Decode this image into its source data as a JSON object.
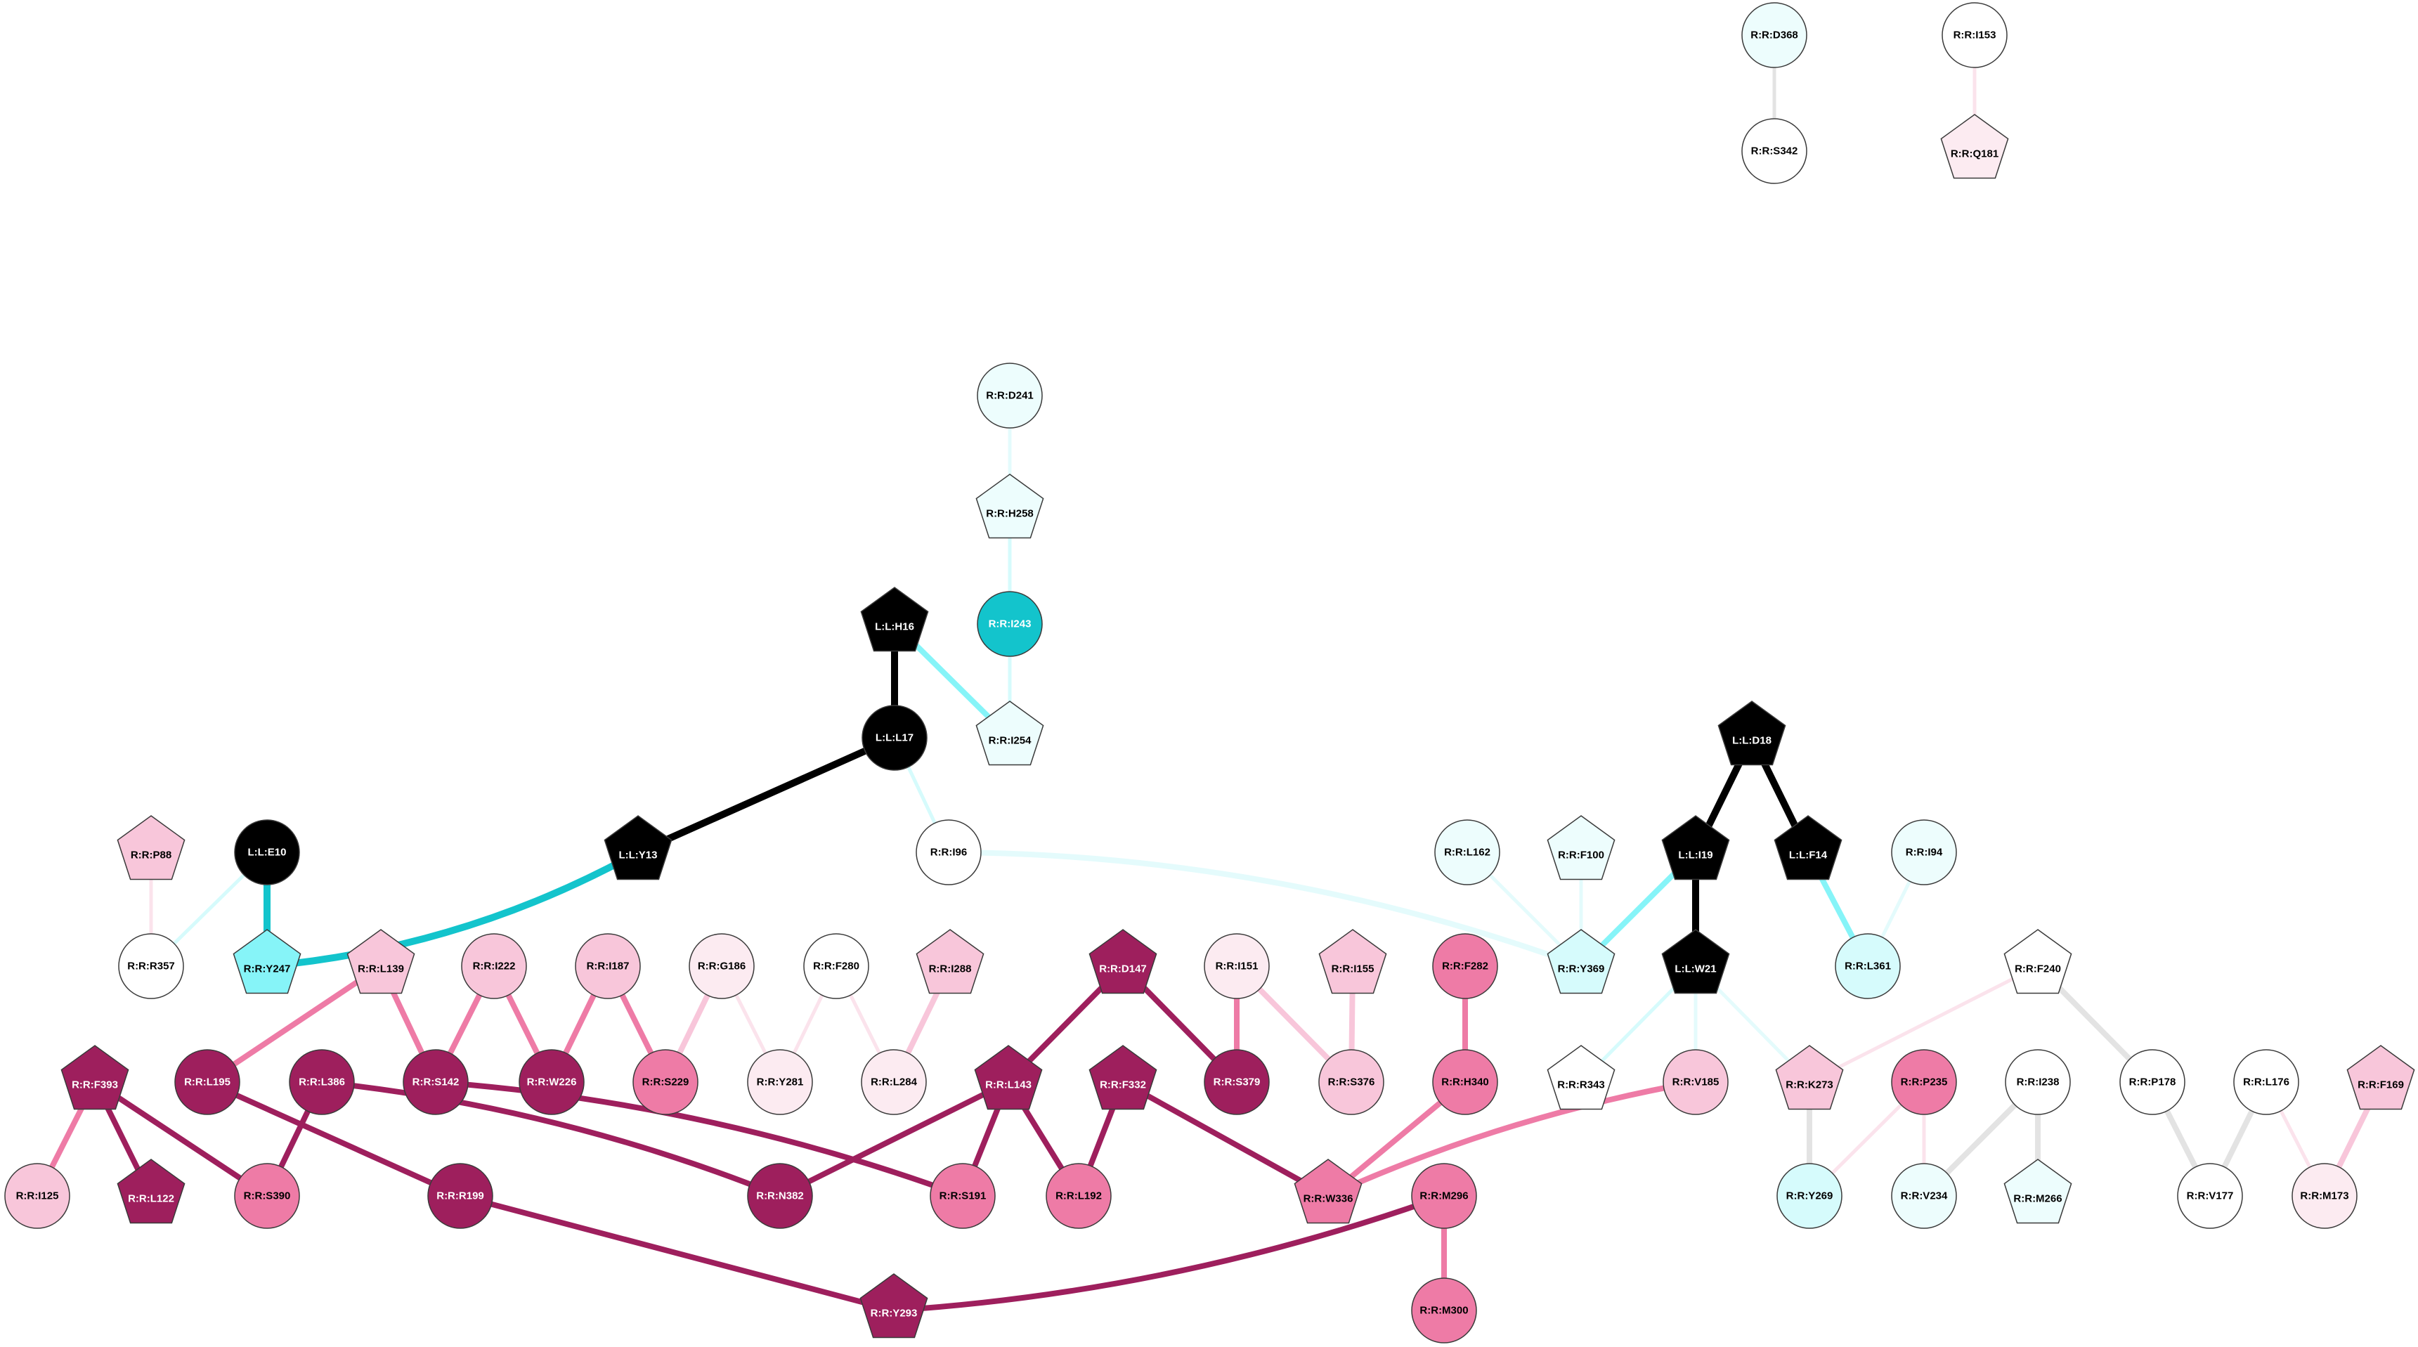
{
  "palette": {
    "black": "#000000",
    "white": "#ffffff",
    "cyan_dark": "#13c4cc",
    "cyan_mid": "#86f4f8",
    "cyan_light": "#d6fbfc",
    "cyan_faint": "#edfdfd",
    "magenta_dark": "#9e1f5d",
    "pink_mid": "#ee7ba6",
    "pink_light": "#f8c6da",
    "pink_faint": "#fcebf1",
    "gray_edge": "#e3e3e3",
    "cyan_edge_faint": "#e4fbfc",
    "pink_edge_faint": "#fbe3ec"
  },
  "nodes": [
    {
      "id": "R:R:D368",
      "shape": "circle",
      "color": "cyan_faint"
    },
    {
      "id": "R:R:S342",
      "shape": "circle",
      "color": "white"
    },
    {
      "id": "R:R:I153",
      "shape": "circle",
      "color": "white"
    },
    {
      "id": "R:R:Q181",
      "shape": "pentagon",
      "color": "pink_faint"
    },
    {
      "id": "R:R:D241",
      "shape": "circle",
      "color": "cyan_faint"
    },
    {
      "id": "R:R:H258",
      "shape": "pentagon",
      "color": "cyan_faint"
    },
    {
      "id": "R:R:I243",
      "shape": "circle",
      "color": "cyan_dark"
    },
    {
      "id": "R:R:I254",
      "shape": "pentagon",
      "color": "cyan_faint"
    },
    {
      "id": "L:L:H16",
      "shape": "pentagon",
      "color": "black"
    },
    {
      "id": "L:L:L17",
      "shape": "circle",
      "color": "black"
    },
    {
      "id": "L:L:Y13",
      "shape": "pentagon",
      "color": "black"
    },
    {
      "id": "L:L:E10",
      "shape": "circle",
      "color": "black"
    },
    {
      "id": "R:R:P88",
      "shape": "pentagon",
      "color": "pink_light"
    },
    {
      "id": "R:R:R357",
      "shape": "circle",
      "color": "white"
    },
    {
      "id": "R:R:Y247",
      "shape": "pentagon",
      "color": "cyan_mid"
    },
    {
      "id": "R:R:I96",
      "shape": "circle",
      "color": "white"
    },
    {
      "id": "L:L:D18",
      "shape": "pentagon",
      "color": "black"
    },
    {
      "id": "L:L:I19",
      "shape": "pentagon",
      "color": "black"
    },
    {
      "id": "L:L:F14",
      "shape": "pentagon",
      "color": "black"
    },
    {
      "id": "L:L:W21",
      "shape": "pentagon",
      "color": "black"
    },
    {
      "id": "R:R:L162",
      "shape": "circle",
      "color": "cyan_faint"
    },
    {
      "id": "R:R:F100",
      "shape": "pentagon",
      "color": "cyan_faint"
    },
    {
      "id": "R:R:Y369",
      "shape": "pentagon",
      "color": "cyan_light"
    },
    {
      "id": "R:R:I94",
      "shape": "circle",
      "color": "cyan_faint"
    },
    {
      "id": "R:R:L361",
      "shape": "circle",
      "color": "cyan_light"
    },
    {
      "id": "R:R:L139",
      "shape": "pentagon",
      "color": "pink_light"
    },
    {
      "id": "R:R:I222",
      "shape": "circle",
      "color": "pink_light"
    },
    {
      "id": "R:R:I187",
      "shape": "circle",
      "color": "pink_light"
    },
    {
      "id": "R:R:G186",
      "shape": "circle",
      "color": "pink_faint"
    },
    {
      "id": "R:R:F280",
      "shape": "circle",
      "color": "white"
    },
    {
      "id": "R:R:I288",
      "shape": "pentagon",
      "color": "pink_light"
    },
    {
      "id": "R:R:D147",
      "shape": "pentagon",
      "color": "magenta_dark"
    },
    {
      "id": "R:R:I151",
      "shape": "circle",
      "color": "pink_faint"
    },
    {
      "id": "R:R:I155",
      "shape": "pentagon",
      "color": "pink_light"
    },
    {
      "id": "R:R:F282",
      "shape": "circle",
      "color": "pink_mid"
    },
    {
      "id": "R:R:F240",
      "shape": "pentagon",
      "color": "white"
    },
    {
      "id": "R:R:F393",
      "shape": "pentagon",
      "color": "magenta_dark"
    },
    {
      "id": "R:R:L195",
      "shape": "circle",
      "color": "magenta_dark"
    },
    {
      "id": "R:R:L386",
      "shape": "circle",
      "color": "magenta_dark"
    },
    {
      "id": "R:R:S142",
      "shape": "circle",
      "color": "magenta_dark"
    },
    {
      "id": "R:R:W226",
      "shape": "circle",
      "color": "magenta_dark"
    },
    {
      "id": "R:R:S229",
      "shape": "circle",
      "color": "pink_mid"
    },
    {
      "id": "R:R:Y281",
      "shape": "circle",
      "color": "pink_faint"
    },
    {
      "id": "R:R:L284",
      "shape": "circle",
      "color": "pink_faint"
    },
    {
      "id": "R:R:L143",
      "shape": "pentagon",
      "color": "magenta_dark"
    },
    {
      "id": "R:R:F332",
      "shape": "pentagon",
      "color": "magenta_dark"
    },
    {
      "id": "R:R:S379",
      "shape": "circle",
      "color": "magenta_dark"
    },
    {
      "id": "R:R:S376",
      "shape": "circle",
      "color": "pink_light"
    },
    {
      "id": "R:R:H340",
      "shape": "circle",
      "color": "pink_mid"
    },
    {
      "id": "R:R:R343",
      "shape": "pentagon",
      "color": "white"
    },
    {
      "id": "R:R:V185",
      "shape": "circle",
      "color": "pink_light"
    },
    {
      "id": "R:R:K273",
      "shape": "pentagon",
      "color": "pink_light"
    },
    {
      "id": "R:R:P235",
      "shape": "circle",
      "color": "pink_mid"
    },
    {
      "id": "R:R:I238",
      "shape": "circle",
      "color": "white"
    },
    {
      "id": "R:R:P178",
      "shape": "circle",
      "color": "white"
    },
    {
      "id": "R:R:L176",
      "shape": "circle",
      "color": "white"
    },
    {
      "id": "R:R:F169",
      "shape": "pentagon",
      "color": "pink_light"
    },
    {
      "id": "R:R:I125",
      "shape": "circle",
      "color": "pink_light"
    },
    {
      "id": "R:R:L122",
      "shape": "pentagon",
      "color": "magenta_dark"
    },
    {
      "id": "R:R:S390",
      "shape": "circle",
      "color": "pink_mid"
    },
    {
      "id": "R:R:R199",
      "shape": "circle",
      "color": "magenta_dark"
    },
    {
      "id": "R:R:N382",
      "shape": "circle",
      "color": "magenta_dark"
    },
    {
      "id": "R:R:S191",
      "shape": "circle",
      "color": "pink_mid"
    },
    {
      "id": "R:R:L192",
      "shape": "circle",
      "color": "pink_mid"
    },
    {
      "id": "R:R:W336",
      "shape": "pentagon",
      "color": "pink_mid"
    },
    {
      "id": "R:R:M296",
      "shape": "circle",
      "color": "pink_mid"
    },
    {
      "id": "R:R:Y269",
      "shape": "circle",
      "color": "cyan_light"
    },
    {
      "id": "R:R:V234",
      "shape": "circle",
      "color": "cyan_faint"
    },
    {
      "id": "R:R:M266",
      "shape": "pentagon",
      "color": "cyan_faint"
    },
    {
      "id": "R:R:V177",
      "shape": "circle",
      "color": "white"
    },
    {
      "id": "R:R:M173",
      "shape": "circle",
      "color": "pink_faint"
    },
    {
      "id": "R:R:Y293",
      "shape": "pentagon",
      "color": "magenta_dark"
    },
    {
      "id": "R:R:M300",
      "shape": "circle",
      "color": "pink_mid"
    }
  ],
  "edges": [
    {
      "from": "R:R:D368",
      "to": "R:R:S342",
      "color": "gray_edge",
      "weight": "thin"
    },
    {
      "from": "R:R:I153",
      "to": "R:R:Q181",
      "color": "pink_edge_faint",
      "weight": "thin"
    },
    {
      "from": "R:R:D241",
      "to": "R:R:H258",
      "color": "cyan_edge_faint",
      "weight": "thin"
    },
    {
      "from": "R:R:H258",
      "to": "R:R:I243",
      "color": "cyan_light",
      "weight": "thin"
    },
    {
      "from": "R:R:I243",
      "to": "R:R:I254",
      "color": "cyan_light",
      "weight": "thin"
    },
    {
      "from": "L:L:H16",
      "to": "R:R:I254",
      "color": "cyan_mid",
      "weight": "mid"
    },
    {
      "from": "L:L:H16",
      "to": "L:L:L17",
      "color": "black",
      "weight": "heavy"
    },
    {
      "from": "L:L:L17",
      "to": "L:L:Y13",
      "color": "black",
      "weight": "heavy"
    },
    {
      "from": "L:L:L17",
      "to": "R:R:I96",
      "color": "cyan_light",
      "weight": "thin"
    },
    {
      "from": "L:L:Y13",
      "to": "R:R:Y247",
      "color": "cyan_dark",
      "weight": "heavy",
      "curve": -30
    },
    {
      "from": "L:L:E10",
      "to": "R:R:Y247",
      "color": "cyan_dark",
      "weight": "heavy"
    },
    {
      "from": "L:L:E10",
      "to": "R:R:R357",
      "color": "cyan_light",
      "weight": "thin"
    },
    {
      "from": "R:R:P88",
      "to": "R:R:R357",
      "color": "pink_edge_faint",
      "weight": "thin"
    },
    {
      "from": "R:R:I96",
      "to": "R:R:Y369",
      "color": "cyan_edge_faint",
      "weight": "mid",
      "curve": -25
    },
    {
      "from": "R:R:L162",
      "to": "R:R:Y369",
      "color": "cyan_edge_faint",
      "weight": "thin"
    },
    {
      "from": "R:R:F100",
      "to": "R:R:Y369",
      "color": "cyan_edge_faint",
      "weight": "thin"
    },
    {
      "from": "L:L:I19",
      "to": "R:R:Y369",
      "color": "cyan_mid",
      "weight": "mid"
    },
    {
      "from": "L:L:D18",
      "to": "L:L:I19",
      "color": "black",
      "weight": "heavy"
    },
    {
      "from": "L:L:D18",
      "to": "L:L:F14",
      "color": "black",
      "weight": "heavy"
    },
    {
      "from": "L:L:I19",
      "to": "L:L:W21",
      "color": "black",
      "weight": "heavy"
    },
    {
      "from": "L:L:F14",
      "to": "R:R:L361",
      "color": "cyan_mid",
      "weight": "mid"
    },
    {
      "from": "R:R:I94",
      "to": "R:R:L361",
      "color": "cyan_edge_faint",
      "weight": "thin"
    },
    {
      "from": "L:L:W21",
      "to": "R:R:R343",
      "color": "cyan_light",
      "weight": "thin"
    },
    {
      "from": "L:L:W21",
      "to": "R:R:V185",
      "color": "cyan_edge_faint",
      "weight": "thin"
    },
    {
      "from": "L:L:W21",
      "to": "R:R:K273",
      "color": "cyan_edge_faint",
      "weight": "thin"
    },
    {
      "from": "R:R:L139",
      "to": "R:R:L195",
      "color": "pink_mid",
      "weight": "mid"
    },
    {
      "from": "R:R:L139",
      "to": "R:R:S142",
      "color": "pink_mid",
      "weight": "mid"
    },
    {
      "from": "R:R:I222",
      "to": "R:R:S142",
      "color": "pink_mid",
      "weight": "mid"
    },
    {
      "from": "R:R:I222",
      "to": "R:R:W226",
      "color": "pink_mid",
      "weight": "mid"
    },
    {
      "from": "R:R:I187",
      "to": "R:R:W226",
      "color": "pink_mid",
      "weight": "mid"
    },
    {
      "from": "R:R:I187",
      "to": "R:R:S229",
      "color": "pink_mid",
      "weight": "mid"
    },
    {
      "from": "R:R:G186",
      "to": "R:R:S229",
      "color": "pink_light",
      "weight": "mid"
    },
    {
      "from": "R:R:G186",
      "to": "R:R:Y281",
      "color": "pink_edge_faint",
      "weight": "thin"
    },
    {
      "from": "R:R:F280",
      "to": "R:R:Y281",
      "color": "pink_edge_faint",
      "weight": "thin"
    },
    {
      "from": "R:R:F280",
      "to": "R:R:L284",
      "color": "pink_edge_faint",
      "weight": "thin"
    },
    {
      "from": "R:R:I288",
      "to": "R:R:L284",
      "color": "pink_light",
      "weight": "mid"
    },
    {
      "from": "R:R:D147",
      "to": "R:R:L143",
      "color": "magenta_dark",
      "weight": "mid"
    },
    {
      "from": "R:R:D147",
      "to": "R:R:S379",
      "color": "magenta_dark",
      "weight": "mid"
    },
    {
      "from": "R:R:I151",
      "to": "R:R:S379",
      "color": "pink_mid",
      "weight": "mid"
    },
    {
      "from": "R:R:I151",
      "to": "R:R:S376",
      "color": "pink_light",
      "weight": "mid"
    },
    {
      "from": "R:R:I155",
      "to": "R:R:S376",
      "color": "pink_light",
      "weight": "mid"
    },
    {
      "from": "R:R:F282",
      "to": "R:R:H340",
      "color": "pink_mid",
      "weight": "mid"
    },
    {
      "from": "R:R:H340",
      "to": "R:R:W336",
      "color": "pink_mid",
      "weight": "mid"
    },
    {
      "from": "R:R:V185",
      "to": "R:R:W336",
      "color": "pink_mid",
      "weight": "mid",
      "curve": 18
    },
    {
      "from": "R:R:F240",
      "to": "R:R:K273",
      "color": "pink_edge_faint",
      "weight": "thin"
    },
    {
      "from": "R:R:F240",
      "to": "R:R:P178",
      "color": "gray_edge",
      "weight": "mid"
    },
    {
      "from": "R:R:K273",
      "to": "R:R:Y269",
      "color": "gray_edge",
      "weight": "mid"
    },
    {
      "from": "R:R:P235",
      "to": "R:R:Y269",
      "color": "pink_edge_faint",
      "weight": "thin"
    },
    {
      "from": "R:R:P235",
      "to": "R:R:V234",
      "color": "pink_edge_faint",
      "weight": "thin"
    },
    {
      "from": "R:R:I238",
      "to": "R:R:V234",
      "color": "gray_edge",
      "weight": "mid"
    },
    {
      "from": "R:R:I238",
      "to": "R:R:M266",
      "color": "gray_edge",
      "weight": "mid"
    },
    {
      "from": "R:R:P178",
      "to": "R:R:V177",
      "color": "gray_edge",
      "weight": "mid"
    },
    {
      "from": "R:R:L176",
      "to": "R:R:V177",
      "color": "gray_edge",
      "weight": "mid"
    },
    {
      "from": "R:R:L176",
      "to": "R:R:M173",
      "color": "pink_edge_faint",
      "weight": "thin"
    },
    {
      "from": "R:R:F169",
      "to": "R:R:M173",
      "color": "pink_light",
      "weight": "mid"
    },
    {
      "from": "R:R:F393",
      "to": "R:R:I125",
      "color": "pink_mid",
      "weight": "mid"
    },
    {
      "from": "R:R:F393",
      "to": "R:R:L122",
      "color": "magenta_dark",
      "weight": "mid"
    },
    {
      "from": "R:R:F393",
      "to": "R:R:S390",
      "color": "magenta_dark",
      "weight": "mid"
    },
    {
      "from": "R:R:L195",
      "to": "R:R:R199",
      "color": "magenta_dark",
      "weight": "mid"
    },
    {
      "from": "R:R:L386",
      "to": "R:R:S390",
      "color": "magenta_dark",
      "weight": "mid"
    },
    {
      "from": "R:R:L386",
      "to": "R:R:N382",
      "color": "magenta_dark",
      "weight": "mid",
      "curve": -20
    },
    {
      "from": "R:R:S142",
      "to": "R:R:S191",
      "color": "magenta_dark",
      "weight": "mid",
      "curve": -20
    },
    {
      "from": "R:R:L143",
      "to": "R:R:N382",
      "color": "magenta_dark",
      "weight": "mid"
    },
    {
      "from": "R:R:L143",
      "to": "R:R:S191",
      "color": "magenta_dark",
      "weight": "mid"
    },
    {
      "from": "R:R:L143",
      "to": "R:R:L192",
      "color": "magenta_dark",
      "weight": "mid"
    },
    {
      "from": "R:R:F332",
      "to": "R:R:L192",
      "color": "magenta_dark",
      "weight": "mid"
    },
    {
      "from": "R:R:F332",
      "to": "R:R:W336",
      "color": "magenta_dark",
      "weight": "mid"
    },
    {
      "from": "R:R:R199",
      "to": "R:R:Y293",
      "color": "magenta_dark",
      "weight": "mid"
    },
    {
      "from": "R:R:M296",
      "to": "R:R:Y293",
      "color": "magenta_dark",
      "weight": "mid",
      "curve": -20
    },
    {
      "from": "R:R:M296",
      "to": "R:R:M300",
      "color": "pink_mid",
      "weight": "mid"
    }
  ]
}
